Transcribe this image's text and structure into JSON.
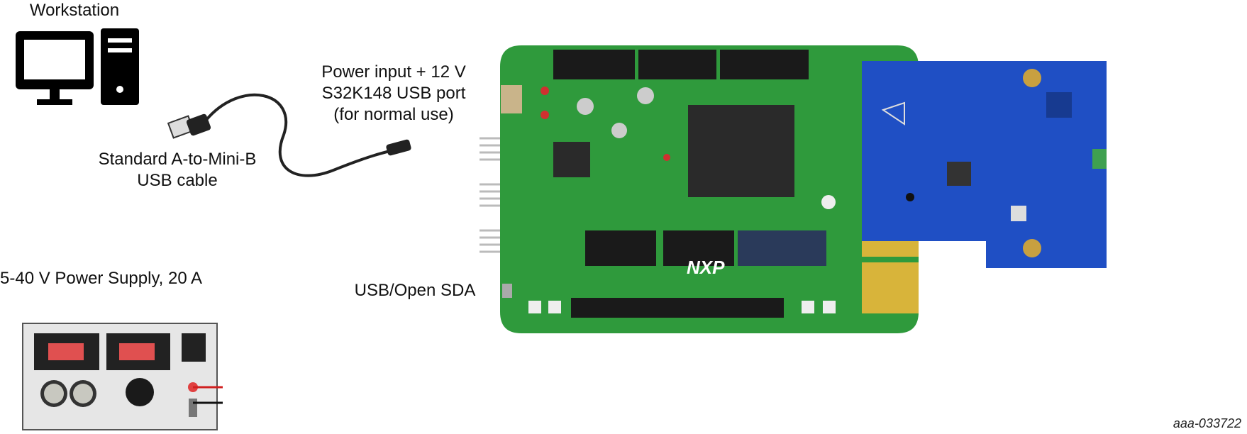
{
  "labels": {
    "workstation": "Workstation",
    "cable_line1": "Standard A-to-Mini-B",
    "cable_line2": "USB cable",
    "power_input_line1": "Power input + 12 V",
    "power_input_line2": "S32K148 USB port",
    "power_input_line3": "(for normal use)",
    "power_supply": "5-40 V Power Supply, 20 A",
    "usb_open_sda": "USB/Open SDA",
    "figure_id": "aaa-033722"
  },
  "board_marks": {
    "brand": "NXP"
  },
  "colors": {
    "green_pcb": "#2f9a3c",
    "blue_pcb": "#1f4fc4",
    "gold_pad": "#d8b43a",
    "display_red": "#e05050"
  }
}
